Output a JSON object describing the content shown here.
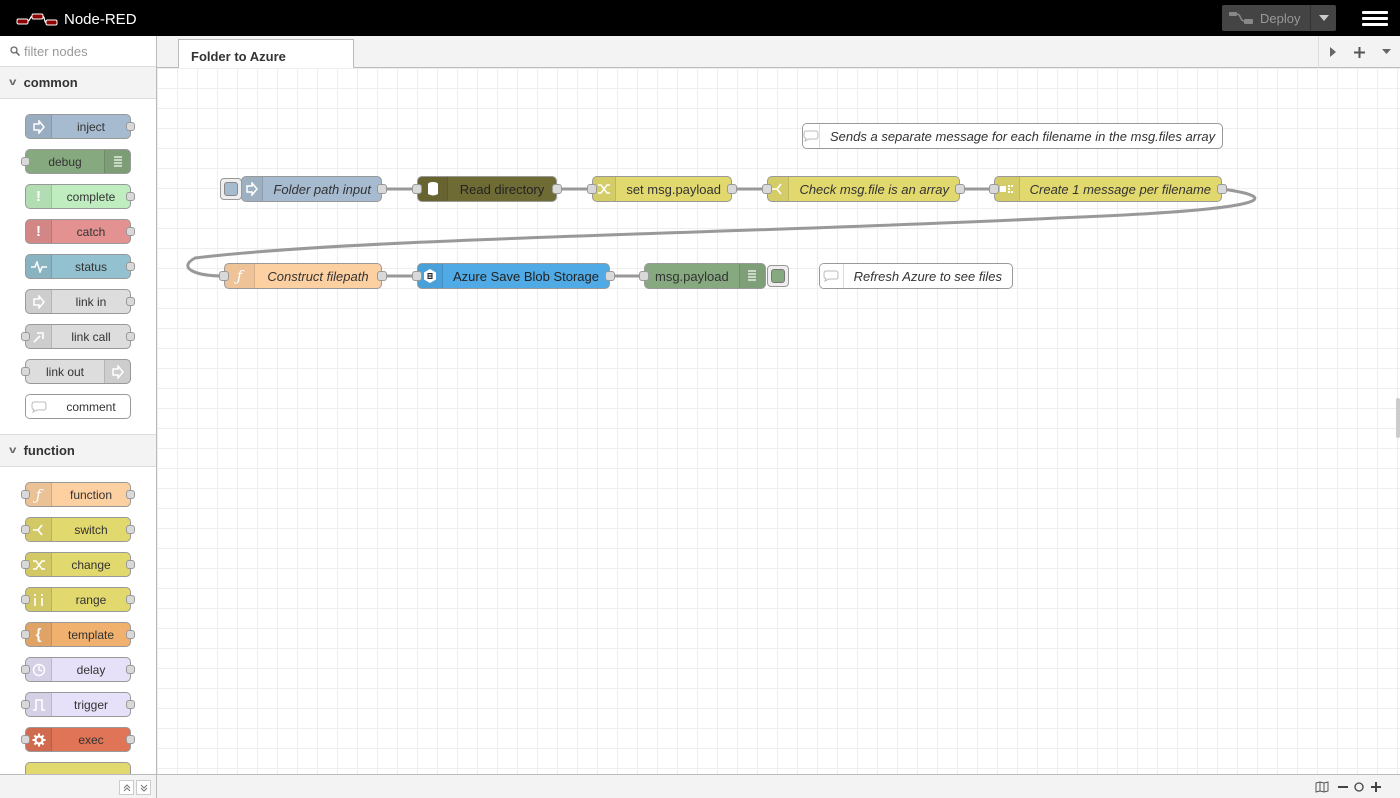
{
  "header": {
    "app_name": "Node-RED",
    "deploy_label": "Deploy"
  },
  "palette": {
    "search_placeholder": "filter nodes",
    "categories": [
      {
        "name": "common",
        "nodes": [
          {
            "label": "inject",
            "color": "#a6bbcf"
          },
          {
            "label": "debug",
            "color": "#87a980"
          },
          {
            "label": "complete",
            "color": "#c0edc0"
          },
          {
            "label": "catch",
            "color": "#e49191"
          },
          {
            "label": "status",
            "color": "#94c1d0"
          },
          {
            "label": "link in",
            "color": "#dddddd"
          },
          {
            "label": "link call",
            "color": "#dddddd"
          },
          {
            "label": "link out",
            "color": "#dddddd"
          },
          {
            "label": "comment",
            "color": "#ffffff"
          }
        ]
      },
      {
        "name": "function",
        "nodes": [
          {
            "label": "function",
            "color": "#fdd0a2"
          },
          {
            "label": "switch",
            "color": "#e2d96e"
          },
          {
            "label": "change",
            "color": "#e2d96e"
          },
          {
            "label": "range",
            "color": "#e2d96e"
          },
          {
            "label": "template",
            "color": "#f0b06e"
          },
          {
            "label": "delay",
            "color": "#e6e0f8"
          },
          {
            "label": "trigger",
            "color": "#e6e0f8"
          },
          {
            "label": "exec",
            "color": "#e07456"
          }
        ]
      }
    ]
  },
  "workspace": {
    "active_tab": "Folder to Azure",
    "flow_nodes": [
      {
        "id": "n1",
        "label": "Folder path input",
        "color": "#a6bbcf"
      },
      {
        "id": "n2",
        "label": "Read directory",
        "color": "#6f6b35"
      },
      {
        "id": "n3",
        "label": "set msg.payload",
        "color": "#e2d96e"
      },
      {
        "id": "n4",
        "label": "Check msg.file is an array",
        "color": "#e2d96e"
      },
      {
        "id": "n5",
        "label": "Create 1 message per filename",
        "color": "#e2d96e"
      },
      {
        "id": "n6",
        "label": "Construct filepath",
        "color": "#fdd0a2"
      },
      {
        "id": "n7",
        "label": "Azure Save Blob Storage",
        "color": "#4faae6"
      },
      {
        "id": "n8",
        "label": "msg.payload",
        "color": "#87a980"
      }
    ],
    "comments": [
      {
        "id": "c1",
        "label": "Sends a separate message for each filename in the msg.files array"
      },
      {
        "id": "c2",
        "label": "Refresh Azure to see files"
      }
    ]
  }
}
